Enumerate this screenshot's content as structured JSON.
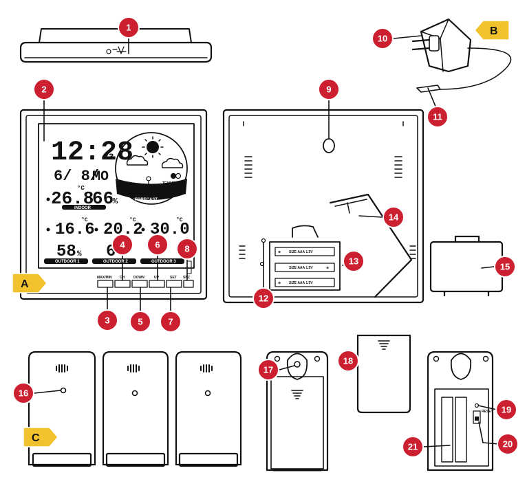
{
  "colors": {
    "callout_fill": "#cc1f2f",
    "callout_stroke": "#ffffff",
    "tag_fill": "#f2c22e",
    "line": "#111111"
  },
  "callouts": [
    {
      "id": "1",
      "label": "1"
    },
    {
      "id": "2",
      "label": "2"
    },
    {
      "id": "3",
      "label": "3"
    },
    {
      "id": "4",
      "label": "4"
    },
    {
      "id": "5",
      "label": "5"
    },
    {
      "id": "6",
      "label": "6"
    },
    {
      "id": "7",
      "label": "7"
    },
    {
      "id": "8",
      "label": "8"
    },
    {
      "id": "9",
      "label": "9"
    },
    {
      "id": "10",
      "label": "10"
    },
    {
      "id": "11",
      "label": "11"
    },
    {
      "id": "12",
      "label": "12"
    },
    {
      "id": "13",
      "label": "13"
    },
    {
      "id": "14",
      "label": "14"
    },
    {
      "id": "15",
      "label": "15"
    },
    {
      "id": "16",
      "label": "16"
    },
    {
      "id": "17",
      "label": "17"
    },
    {
      "id": "18",
      "label": "18"
    },
    {
      "id": "19",
      "label": "19"
    },
    {
      "id": "20",
      "label": "20"
    },
    {
      "id": "21",
      "label": "21"
    }
  ],
  "tags": {
    "a": "A",
    "b": "B",
    "c": "C"
  },
  "display": {
    "time": "12:28",
    "seconds": "33",
    "date": "6/ 8/",
    "weekday": "MO",
    "indoor_temp": "26.8",
    "indoor_temp_unit": "°C",
    "indoor_humidity": "66",
    "humidity_unit": "%",
    "indoor_label": "INDOOR",
    "forecast_label": "FORECAST",
    "tendency_label": "TENDENCY",
    "outdoor1_temp": "16.6",
    "outdoor2_temp": "20.2",
    "outdoor3_temp": "30.0",
    "temp_unit": "°C",
    "outdoor1_humidity": "58",
    "outdoor2_humidity": "6",
    "outdoor3_humidity": "",
    "outdoor1_label": "OUTDOOR 1",
    "outdoor2_label": "OUTDOOR 2",
    "outdoor3_label": "OUTDOOR 3"
  },
  "buttons": [
    "MAX/MIN",
    "CH",
    "DOWN",
    "UP",
    "SET",
    "SNZ"
  ],
  "batteries": [
    "SIZE AAA 1.5V",
    "SIZE AAA 1.5V",
    "SIZE AAA 1.5V"
  ],
  "sensor_reset_label": "RESET"
}
